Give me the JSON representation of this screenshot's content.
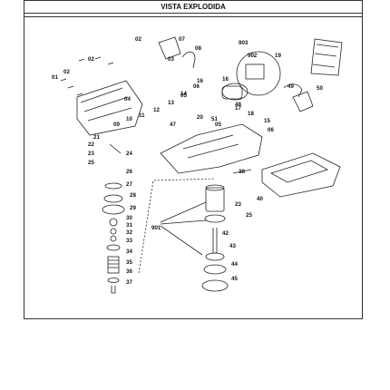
{
  "header": {
    "title": "VISTA EXPLODIDA"
  },
  "callouts": [
    "01",
    "02",
    "02",
    "02",
    "03",
    "04",
    "05",
    "05",
    "06",
    "06",
    "07",
    "08",
    "09",
    "10",
    "11",
    "12",
    "13",
    "14",
    "15",
    "16",
    "16",
    "17",
    "18",
    "19",
    "20",
    "21",
    "22",
    "23",
    "23",
    "24",
    "25",
    "25",
    "26",
    "27",
    "28",
    "29",
    "30",
    "31",
    "32",
    "33",
    "34",
    "35",
    "36",
    "37",
    "38",
    "40",
    "42",
    "43",
    "44",
    "45",
    "47",
    "48",
    "49",
    "50",
    "51",
    "901",
    "902",
    "903"
  ],
  "colors": {
    "line": "#222222",
    "border": "#333333",
    "background": "#ffffff"
  }
}
